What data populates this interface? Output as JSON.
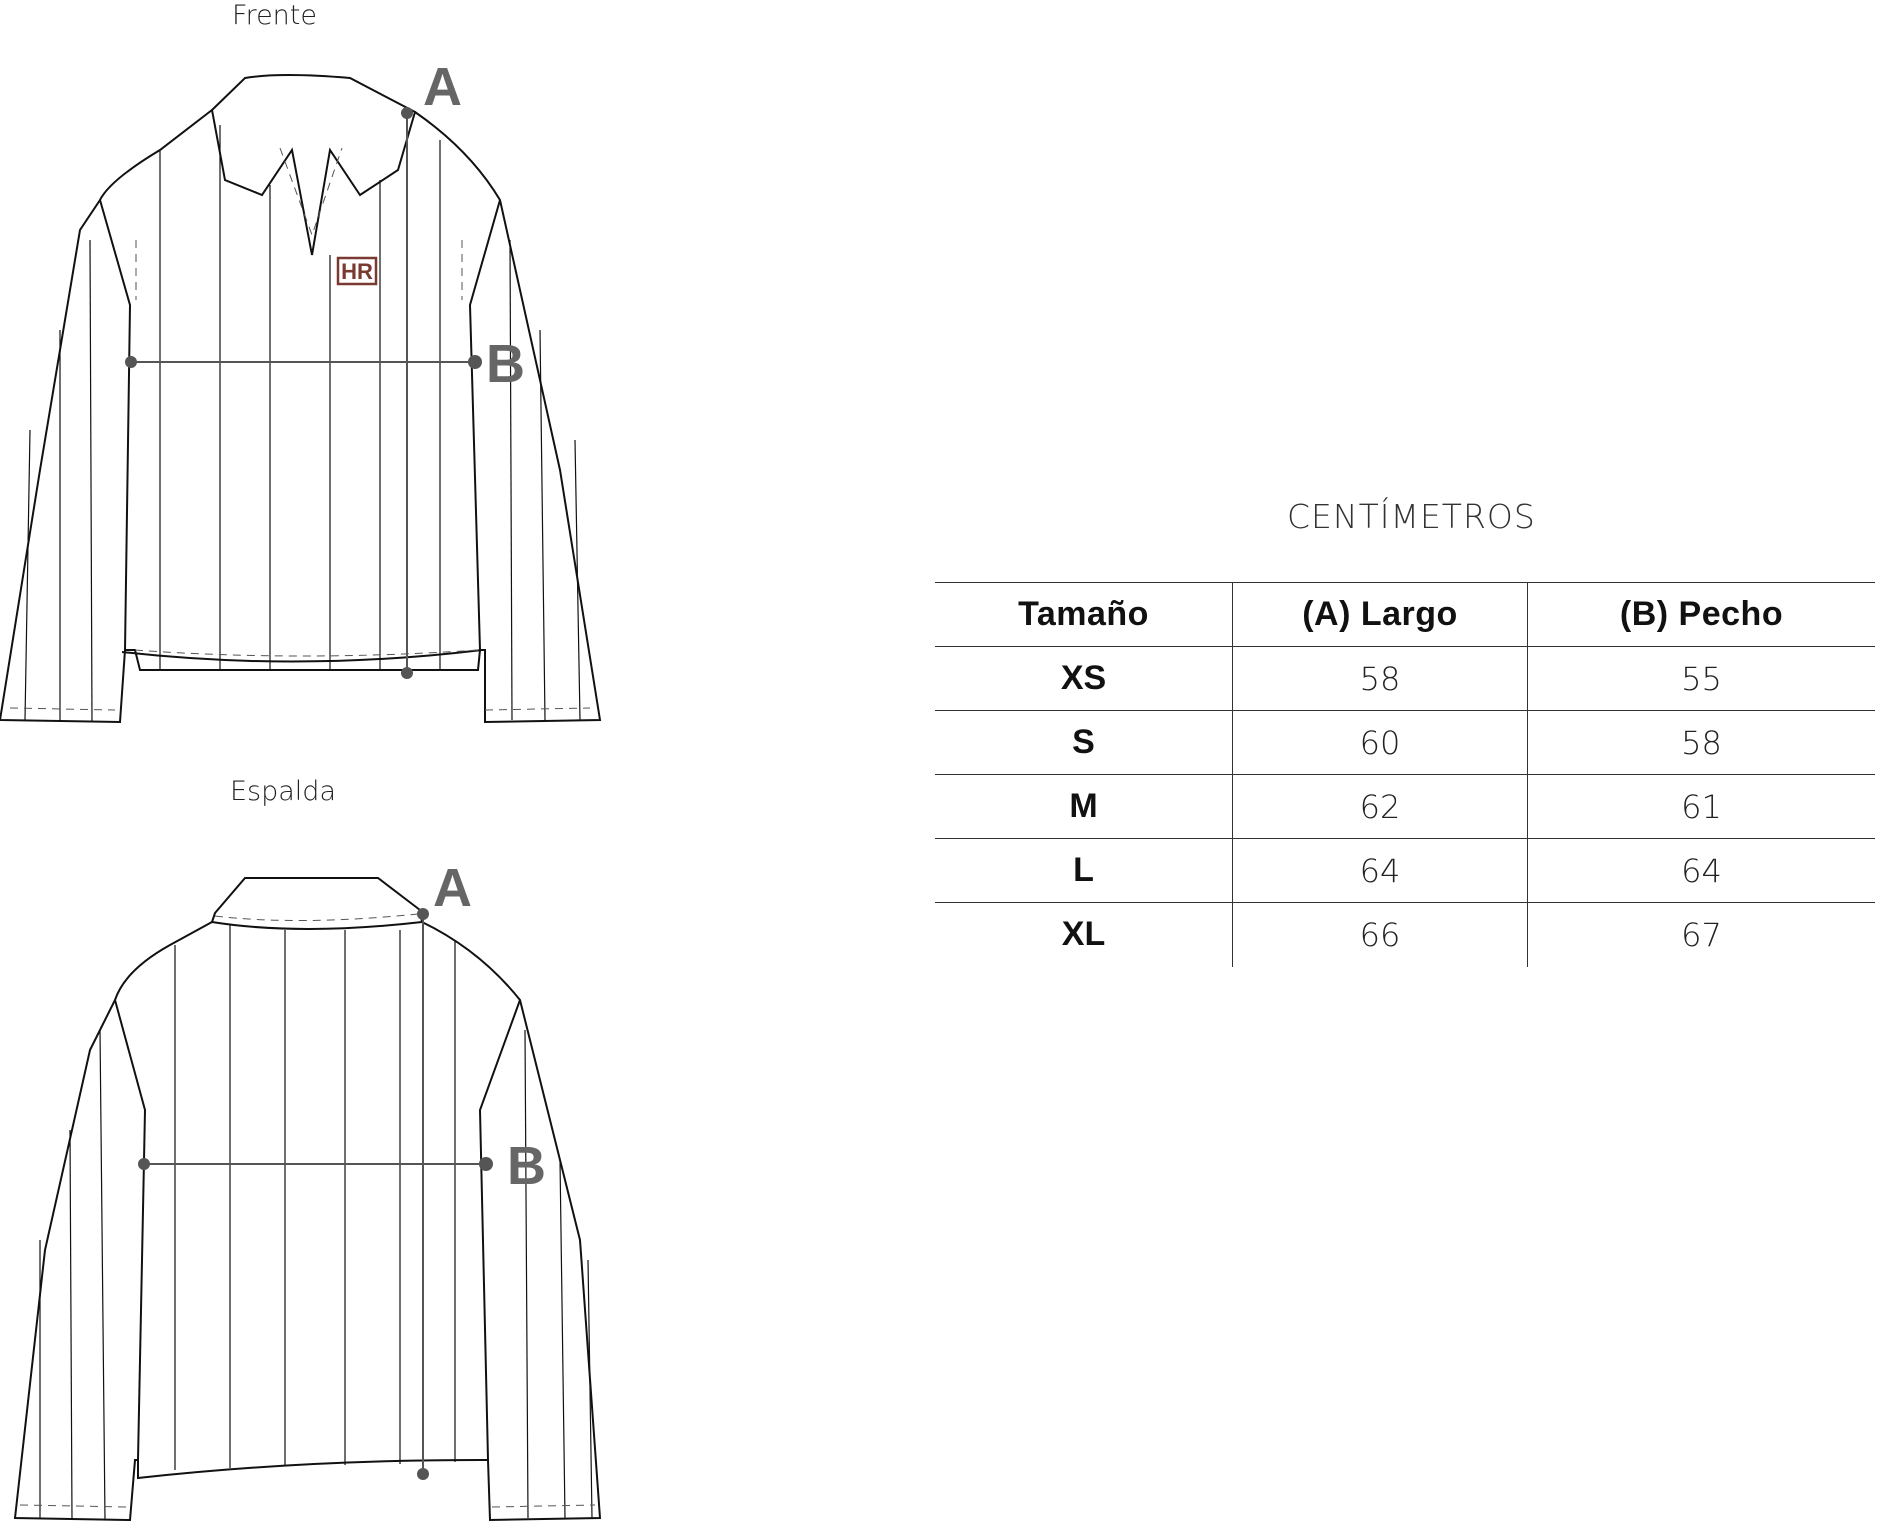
{
  "views": {
    "front_label": "Frente",
    "back_label": "Espalda",
    "marker_a": "A",
    "marker_b": "B",
    "logo_text": "HR"
  },
  "table": {
    "units": "CENTÍMETROS",
    "headers": [
      "Tamaño",
      "(A) Largo",
      "(B) Pecho"
    ],
    "rows": [
      {
        "size": "XS",
        "length": "58",
        "chest": "55"
      },
      {
        "size": "S",
        "length": "60",
        "chest": "58"
      },
      {
        "size": "M",
        "length": "62",
        "chest": "61"
      },
      {
        "size": "L",
        "length": "64",
        "chest": "64"
      },
      {
        "size": "XL",
        "length": "66",
        "chest": "67"
      }
    ]
  },
  "colors": {
    "marker": "#666666",
    "outline": "#111111",
    "logo": "#7a3a32"
  }
}
